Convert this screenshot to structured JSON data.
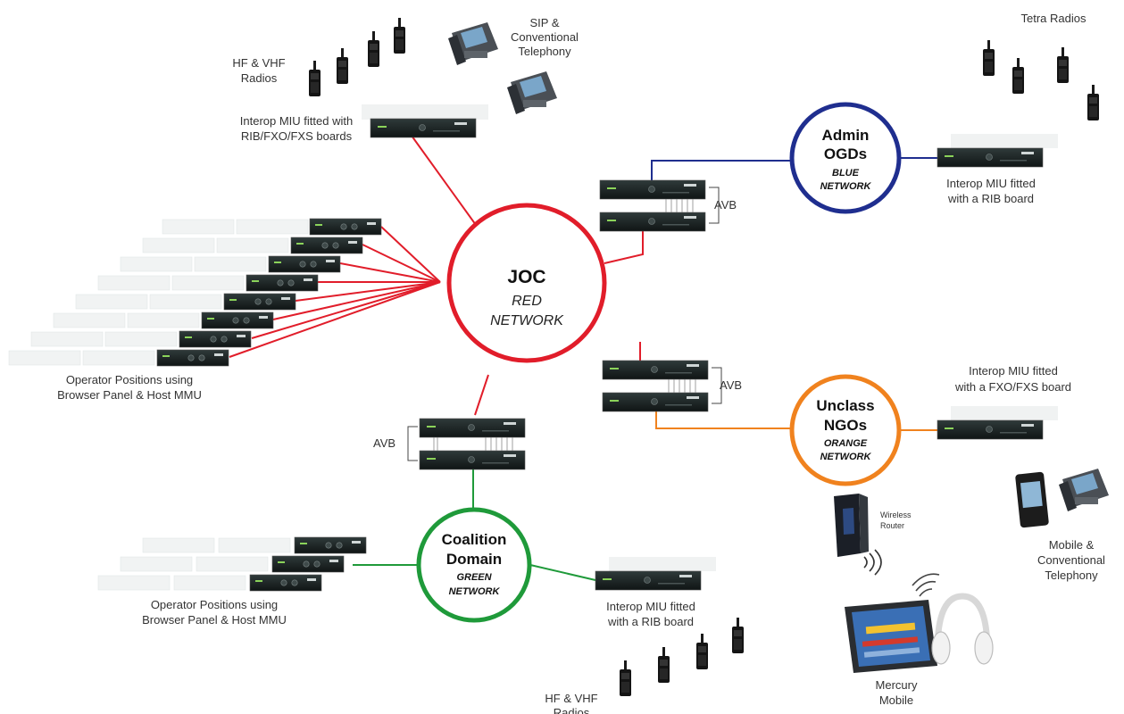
{
  "hubs": {
    "joc": {
      "line1": "JOC",
      "line2": "RED",
      "line3": "NETWORK",
      "color": "#e11d2a"
    },
    "admin": {
      "line1": "Admin",
      "line2": "OGDs",
      "line3": "BLUE",
      "line4": "NETWORK",
      "color": "#1f2e8f"
    },
    "unclass": {
      "line1": "Unclass",
      "line2": "NGOs",
      "line3": "ORANGE",
      "line4": "NETWORK",
      "color": "#f0821e"
    },
    "coalition": {
      "line1": "Coalition",
      "line2": "Domain",
      "line3": "GREEN",
      "line4": "NETWORK",
      "color": "#1f9a3a"
    }
  },
  "labels": {
    "hf_vhf_top": [
      "HF & VHF",
      "Radios"
    ],
    "sip": [
      "SIP &",
      "Conventional",
      "Telephony"
    ],
    "miu_top": [
      "Interop MIU fitted with",
      "RIB/FXO/FXS boards"
    ],
    "tetra": "Tetra Radios",
    "miu_blue": [
      "Interop MIU fitted",
      "with a RIB board"
    ],
    "avb_blue": "AVB",
    "avb_orange": "AVB",
    "avb_green": "AVB",
    "operators_top": [
      "Operator Positions using",
      "Browser Panel & Host MMU"
    ],
    "miu_orange": [
      "Interop MIU fitted",
      "with a FXO/FXS board"
    ],
    "router": [
      "Wireless",
      "Router"
    ],
    "mobile_tel": [
      "Mobile &",
      "Conventional",
      "Telephony"
    ],
    "operators_bottom": [
      "Operator Positions using",
      "Browser Panel & Host MMU"
    ],
    "miu_green": [
      "Interop MIU fitted",
      "with a RIB board"
    ],
    "mercury": [
      "Mercury",
      "Mobile"
    ],
    "hf_vhf_bottom": [
      "HF & VHF",
      "Radios"
    ]
  },
  "icons": {
    "radio": "handheld-radio-icon",
    "desk_phone": "desk-phone-icon",
    "rack_unit": "rack-unit-icon",
    "router": "wireless-router-icon",
    "tablet": "tablet-icon",
    "headphones": "headphones-icon",
    "mobile": "mobile-phone-icon"
  }
}
